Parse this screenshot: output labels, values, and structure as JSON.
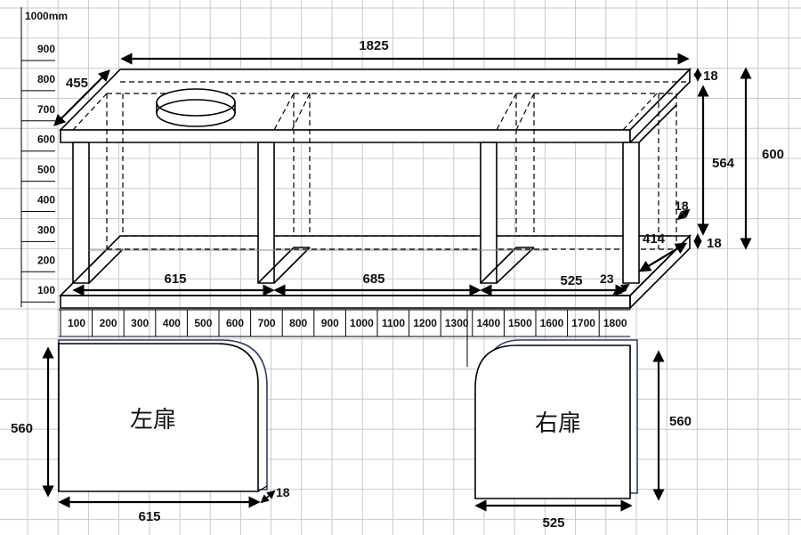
{
  "scale": {
    "top_label": "1000mm",
    "left_ticks": [
      "900",
      "800",
      "700",
      "600",
      "500",
      "400",
      "300",
      "200",
      "100"
    ],
    "bottom_ticks": [
      "100",
      "200",
      "300",
      "400",
      "500",
      "600",
      "700",
      "800",
      "900",
      "1000",
      "1100",
      "1200",
      "1300",
      "1400",
      "1500",
      "1600",
      "1700",
      "1800"
    ]
  },
  "cabinet": {
    "width": "1825",
    "depth": "455",
    "height": "600",
    "inner_height": "564",
    "top_thickness": "18",
    "bottom_thickness": "18",
    "inner_depth": "414",
    "side_thickness": "18",
    "offset": "23",
    "bay_left": "615",
    "bay_center": "685",
    "bay_right": "525"
  },
  "doors": {
    "left": {
      "label": "左扉",
      "width": "615",
      "height": "560",
      "thickness": "18"
    },
    "right": {
      "label": "右扉",
      "width": "525",
      "height": "560"
    }
  },
  "colors": {
    "line": "#000000",
    "grid": "#c8c8c8",
    "door_edge": "#2a3f73"
  }
}
